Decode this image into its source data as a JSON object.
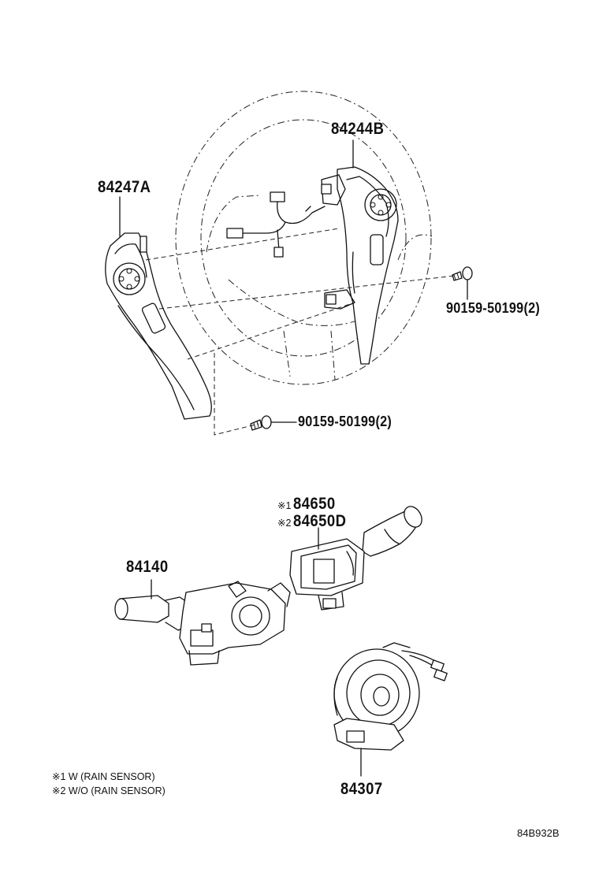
{
  "labels": {
    "p84244b": "84244B",
    "p84247a": "84247A",
    "screw_right": "90159-50199(2)",
    "screw_left": "90159-50199(2)",
    "p84650_note": "※1",
    "p84650": "84650",
    "p84650d_note": "※2",
    "p84650d": "84650D",
    "p84140": "84140",
    "p84307": "84307"
  },
  "legend": {
    "note1": "※1 W (RAIN SENSOR)",
    "note2": "※2 W/O (RAIN SENSOR)"
  },
  "ref_code": "84B932B"
}
